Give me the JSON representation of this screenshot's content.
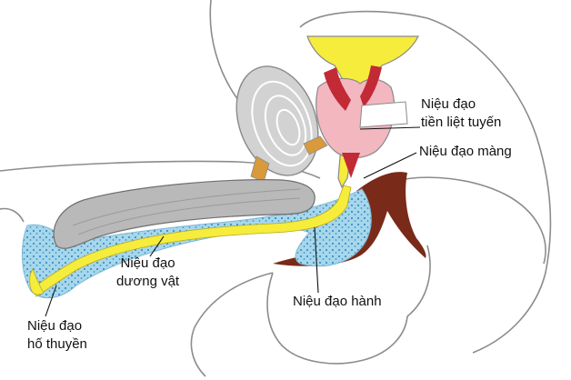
{
  "labels": {
    "tien_liet_tuyen": {
      "line1": "Niệu đạo",
      "line2": "tiền liệt tuyến"
    },
    "mang": {
      "line1": "Niệu đạo màng"
    },
    "duong_vat": {
      "line1": "Niệu đạo",
      "line2": "dương vật"
    },
    "hanh": {
      "line1": "Niệu đạo hành"
    },
    "ho_thuyen": {
      "line1": "Niệu đạo",
      "line2": "hố thuyền"
    }
  },
  "colors": {
    "outline": "#8a8a8a",
    "urethra_yellow": "#f6ec3c",
    "spongiosum_blue": "#9fd3ea",
    "cavernosum_gray": "#b9b9b9",
    "prostate_pink": "#f3b7c0",
    "muscle_red": "#c22a35",
    "brown_tissue": "#7a2a18",
    "testis_gray": "#d2d2d2",
    "duct_orange": "#d99a3c"
  }
}
